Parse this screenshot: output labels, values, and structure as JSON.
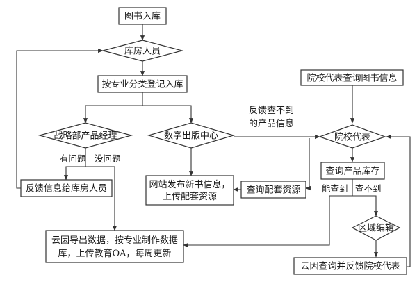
{
  "nodes": {
    "book_in": "图书入库",
    "warehouse_staff": "库房人员",
    "register_by_major": "按专业分类登记入库",
    "strategy_manager": "战略部产品经理",
    "digital_center": "数字出版中心",
    "feedback_to_warehouse": "反馈信息给库房人员",
    "publish_new_book_1": "网站发布新书信息，",
    "publish_new_book_2": "上传配套资源",
    "query_resources": "查询配套资源",
    "cloud_export_1": "云因导出数据，按专业制作数据",
    "cloud_export_2": "库，上传教育OA，每周更新",
    "school_rep_query": "院校代表查询图书信息",
    "school_rep": "院校代表",
    "query_inventory": "查询产品库存",
    "region_edit": "区域编辑",
    "cloud_query_feedback": "云因查询并反馈院校代表",
    "note_line1": "反馈查不到",
    "note_line2": "的产品信息"
  },
  "edge_labels": {
    "has_problem": "有问题",
    "no_problem": "没问题",
    "found": "能查到",
    "not_found": "查不到"
  }
}
